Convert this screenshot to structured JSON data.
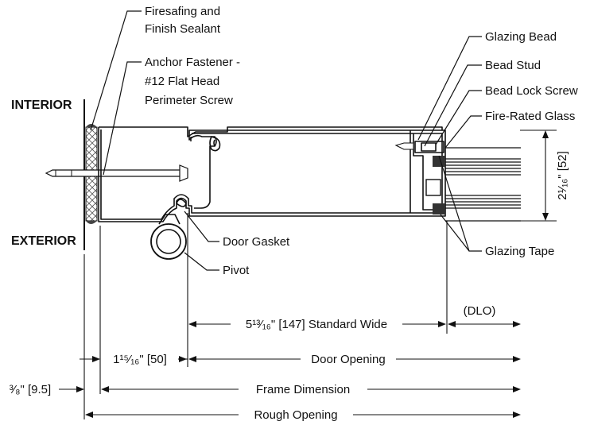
{
  "callouts": {
    "firesafing": [
      "Firesafing and",
      "Finish Sealant"
    ],
    "anchor": [
      "Anchor Fastener -",
      "#12 Flat Head",
      "Perimeter Screw"
    ],
    "glazing_bead": "Glazing Bead",
    "bead_stud": "Bead Stud",
    "bead_lock_screw": "Bead Lock Screw",
    "fire_rated_glass": "Fire-Rated Glass",
    "door_gasket": "Door Gasket",
    "pivot": "Pivot",
    "glazing_tape": "Glazing Tape"
  },
  "sides": {
    "interior": "INTERIOR",
    "exterior": "EXTERIOR"
  },
  "dimensions": {
    "glass_height": {
      "text": "2¹⁄₁₆\" [52]"
    },
    "standard_wide": {
      "text": "5¹³⁄₁₆\" [147] Standard Wide"
    },
    "dlo": "(DLO)",
    "offset": {
      "text": "1¹⁵⁄₁₆\" [50]"
    },
    "door_opening": "Door Opening",
    "shim": {
      "text": "³⁄₈\" [9.5]"
    },
    "frame_dimension": "Frame Dimension",
    "rough_opening": "Rough Opening"
  }
}
